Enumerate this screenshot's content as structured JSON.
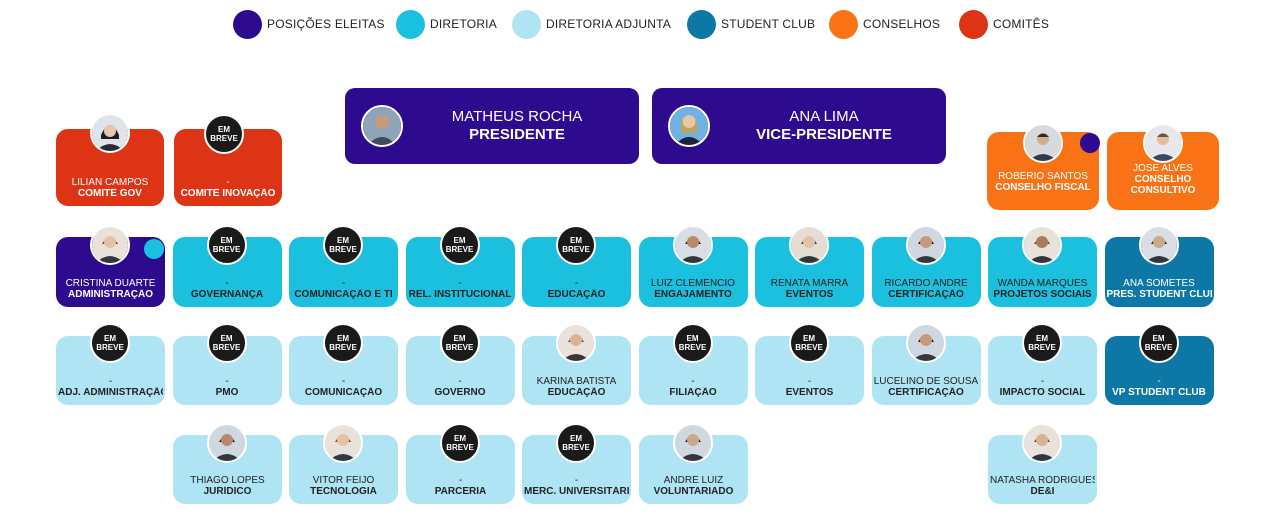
{
  "legend": [
    {
      "label": "POSIÇÕES ELEITAS",
      "color": "#2e0a8e"
    },
    {
      "label": "DIRETORIA",
      "color": "#1cc0df"
    },
    {
      "label": "DIRETORIA ADJUNTA",
      "color": "#afe4f4"
    },
    {
      "label": "STUDENT CLUB",
      "color": "#0d78a6"
    },
    {
      "label": "CONSELHOS",
      "color": "#f97316"
    },
    {
      "label": "COMITÊS",
      "color": "#dc3414"
    }
  ],
  "em_breve": [
    "EM",
    "BREVE"
  ],
  "presidency": [
    {
      "name": "MATHEUS ROCHA",
      "role": "PRESIDENTE"
    },
    {
      "name": "ANA LIMA",
      "role": "VICE-PRESIDENTE"
    }
  ],
  "committees": [
    {
      "name": "LILIAN CAMPOS",
      "role": "COMITÊ GOV",
      "avatar": "photo"
    },
    {
      "name": "-",
      "role": "COMITÊ INOVAÇÃO",
      "avatar": "em-breve"
    }
  ],
  "councils": [
    {
      "name": "ROBÉRIO SANTOS",
      "role": "CONSELHO FISCAL",
      "avatar": "photo"
    },
    {
      "name": "JOSÉ ALVES",
      "role": "CONSELHO CONSULTIVO",
      "role_lines": [
        "CONSELHO",
        "CONSULTIVO"
      ],
      "avatar": "photo"
    }
  ],
  "row_diretoria": [
    {
      "name": "CRISTINA DUARTE",
      "role": "ADMINISTRAÇÃO",
      "avatar": "photo",
      "type": "eleita"
    },
    {
      "name": "-",
      "role": "GOVERNANÇA",
      "avatar": "em-breve",
      "type": "diretoria"
    },
    {
      "name": "-",
      "role": "COMUNICAÇÃO E TI",
      "avatar": "em-breve",
      "type": "diretoria"
    },
    {
      "name": "-",
      "role": "REL. INSTITUCIONAL",
      "avatar": "em-breve",
      "type": "diretoria"
    },
    {
      "name": "-",
      "role": "EDUCAÇÃO",
      "avatar": "em-breve",
      "type": "diretoria"
    },
    {
      "name": "LUIZ CLEMÊNCIO",
      "role": "ENGAJAMENTO",
      "avatar": "photo",
      "type": "diretoria"
    },
    {
      "name": "RENATA MARRA",
      "role": "EVENTOS",
      "avatar": "photo",
      "type": "diretoria"
    },
    {
      "name": "RICARDO ANDRÉ",
      "role": "CERTIFICAÇÃO",
      "avatar": "photo",
      "type": "diretoria"
    },
    {
      "name": "WANDA MARQUES",
      "role": "PROJETOS SOCIAIS",
      "avatar": "photo",
      "type": "diretoria"
    },
    {
      "name": "ANA SOMETES",
      "role": "PRES. STUDENT CLUB",
      "avatar": "photo",
      "type": "student"
    }
  ],
  "row_adjunta": [
    {
      "name": "-",
      "role": "ADJ. ADMINISTRAÇÃO",
      "avatar": "em-breve",
      "type": "adjunta"
    },
    {
      "name": "-",
      "role": "PMO",
      "avatar": "em-breve",
      "type": "adjunta"
    },
    {
      "name": "-",
      "role": "COMUNICAÇÃO",
      "avatar": "em-breve",
      "type": "adjunta"
    },
    {
      "name": "-",
      "role": "GOVERNO",
      "avatar": "em-breve",
      "type": "adjunta"
    },
    {
      "name": "KARINA BATISTA",
      "role": "EDUCAÇÃO",
      "avatar": "photo",
      "type": "adjunta"
    },
    {
      "name": "-",
      "role": "FILIAÇÃO",
      "avatar": "em-breve",
      "type": "adjunta"
    },
    {
      "name": "-",
      "role": "EVENTOS",
      "avatar": "em-breve",
      "type": "adjunta"
    },
    {
      "name": "LUCELINO DE SOUSA",
      "role": "CERTIFICAÇÃO",
      "avatar": "photo",
      "type": "adjunta"
    },
    {
      "name": "-",
      "role": "IMPACTO SOCIAL",
      "avatar": "em-breve",
      "type": "adjunta"
    },
    {
      "name": "-",
      "role": "VP STUDENT CLUB",
      "avatar": "em-breve",
      "type": "student"
    }
  ],
  "row_adjunta_2": [
    {
      "name": "THIAGO LOPES",
      "role": "JURÍDICO",
      "avatar": "photo",
      "type": "adjunta"
    },
    {
      "name": "VITOR FEIJÓ",
      "role": "TECNOLOGIA",
      "avatar": "photo",
      "type": "adjunta"
    },
    {
      "name": "-",
      "role": "PARCERIA",
      "avatar": "em-breve",
      "type": "adjunta"
    },
    {
      "name": "-",
      "role": "MERC. UNIVERSITÁRIO",
      "avatar": "em-breve",
      "type": "adjunta"
    },
    {
      "name": "ANDRÉ LUIZ",
      "role": "VOLUNTARIADO",
      "avatar": "photo",
      "type": "adjunta"
    },
    {
      "name": "NATASHA RODRIGUES",
      "role": "DE&I",
      "avatar": "photo",
      "type": "adjunta"
    }
  ],
  "colors": {
    "eleita": "#2e0a8e",
    "diretoria": "#1cc0df",
    "adjunta": "#afe4f4",
    "student": "#0d78a6",
    "conselho": "#f97316",
    "comite": "#dc3414"
  }
}
